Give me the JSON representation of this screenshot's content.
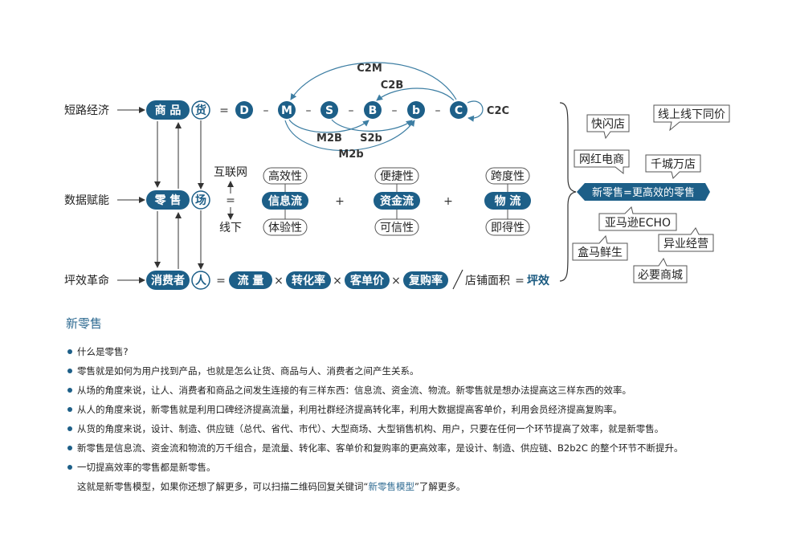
{
  "colors": {
    "node": "#1d5f88",
    "line": "#3d7ea3",
    "text": "#222222",
    "accent": "#2f6b92"
  },
  "rows": {
    "short": {
      "label": "短路经济",
      "main": "商 品",
      "tag": "货"
    },
    "data": {
      "label": "数据赋能",
      "main": "零 售",
      "tag": "场"
    },
    "effect": {
      "label": "坪效革命",
      "main": "消费者",
      "tag": "人"
    }
  },
  "chain": {
    "eq": "=",
    "nodes": [
      "D",
      "M",
      "S",
      "B",
      "b",
      "C"
    ],
    "dash": "–",
    "edges": {
      "c2m": "C2M",
      "c2b": "C2B",
      "c2c": "C2C",
      "m2b": "M2B",
      "s2b": "S2b",
      "m2b2": "M2b"
    }
  },
  "mid": {
    "top": "互联网",
    "bottom": "线下",
    "eq": "=",
    "plus": "+",
    "flows": [
      {
        "top": "高效性",
        "main": "信息流",
        "bottom": "体验性"
      },
      {
        "top": "便捷性",
        "main": "资金流",
        "bottom": "可信性"
      },
      {
        "top": "跨度性",
        "main": "物 流",
        "bottom": "即得性"
      }
    ]
  },
  "formula": {
    "eq": "=",
    "times": "×",
    "slash": "/",
    "items": [
      "流 量",
      "转化率",
      "客单价",
      "复购率"
    ],
    "area": "店铺面积",
    "eq2": "=",
    "result": "坪效"
  },
  "callouts": {
    "center": "新零售=更高效的零售",
    "items": [
      "快闪店",
      "线上线下同价",
      "网红电商",
      "千城万店",
      "亚马逊ECHO",
      "异业经营",
      "盒马鲜生",
      "必要商城"
    ]
  },
  "section": {
    "title": "新零售",
    "bullets": [
      "什么是零售?",
      "零售就是如何为用户找到产品，也就是怎么让货、商品与人、消费者之间产生关系。",
      "从场的角度来说，让人、消费者和商品之间发生连接的有三样东西：信息流、资金流、物流。新零售就是想办法提高这三样东西的效率。",
      "从人的角度来说，新零售就是利用口碑经济提高流量，利用社群经济提高转化率，利用大数据提高客单价，利用会员经济提高复购率。",
      "从货的角度来说，设计、制造、供应链（总代、省代、市代）、大型商场、大型销售机构、用户，只要在任何一个环节提高了效率，就是新零售。",
      "新零售是信息流、资金流和物流的万千组合，是流量、转化率、客单价和复购率的更高效率，是设计、制造、供应链、B2b2C 的整个环节不断提升。",
      "一切提高效率的零售都是新零售。"
    ],
    "footer_pre": "这就是新零售模型，如果你还想了解更多，可以扫描二维码回复关键词“",
    "footer_kw": "新零售模型",
    "footer_post": "”了解更多。"
  }
}
